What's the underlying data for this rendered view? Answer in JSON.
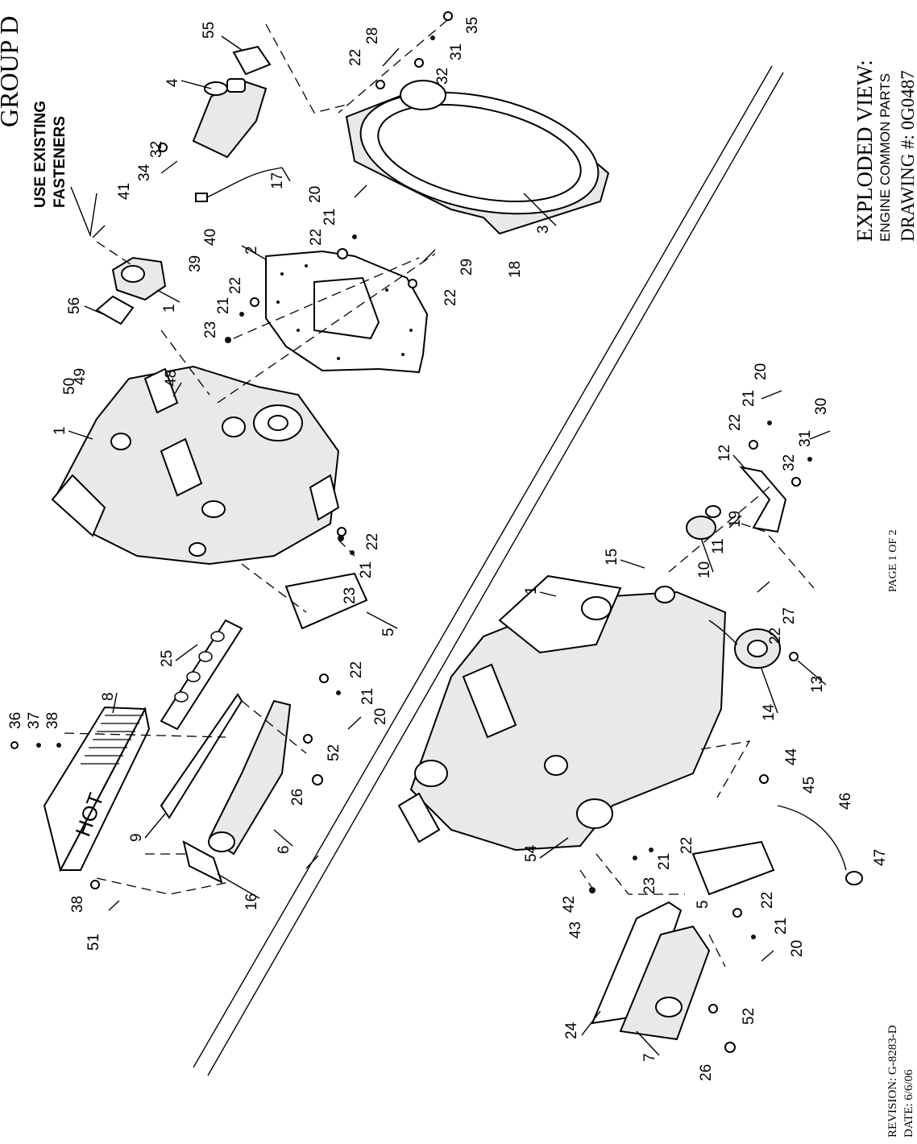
{
  "title_block": {
    "group": "GROUP D",
    "view_title": "EXPLODED VIEW:",
    "view_subtitle": "ENGINE COMMON PARTS",
    "drawing_number": "DRAWING #: 0G0487"
  },
  "note": {
    "line1": "USE EXISTING",
    "line2": "FASTENERS"
  },
  "page_indicator": "PAGE 1 OF 2",
  "revision": {
    "revision": "REVISION: G-8283-D",
    "date": "DATE: 6/6/06"
  },
  "callouts": [
    "55",
    "4",
    "28",
    "22",
    "35",
    "31",
    "32",
    "32",
    "34",
    "17",
    "41",
    "40",
    "39",
    "1",
    "56",
    "20",
    "21",
    "22",
    "2",
    "22",
    "21",
    "23",
    "29",
    "22",
    "3",
    "18",
    "49",
    "50",
    "48",
    "1",
    "12",
    "20",
    "21",
    "22",
    "30",
    "31",
    "32",
    "22",
    "21",
    "23",
    "19",
    "11",
    "10",
    "15",
    "1",
    "27",
    "22",
    "14",
    "13",
    "5",
    "22",
    "21",
    "20",
    "25",
    "8",
    "36",
    "37",
    "38",
    "9",
    "26",
    "52",
    "6",
    "16",
    "38",
    "51",
    "44",
    "45",
    "46",
    "47",
    "22",
    "21",
    "23",
    "54",
    "42",
    "43",
    "5",
    "22",
    "21",
    "20",
    "24",
    "7",
    "52",
    "26"
  ],
  "colors": {
    "ink": "#000000",
    "paper": "#ffffff",
    "shade": "#e9e9e9"
  },
  "icons": [
    "engine-block-drawing",
    "starter-motor-drawing",
    "flywheel-housing-drawing",
    "adapter-plate-drawing",
    "exhaust-manifold-drawing",
    "heat-shield-drawing",
    "engine-assembly-drawing",
    "intake-manifold-drawing",
    "engine-mount-drawing"
  ]
}
